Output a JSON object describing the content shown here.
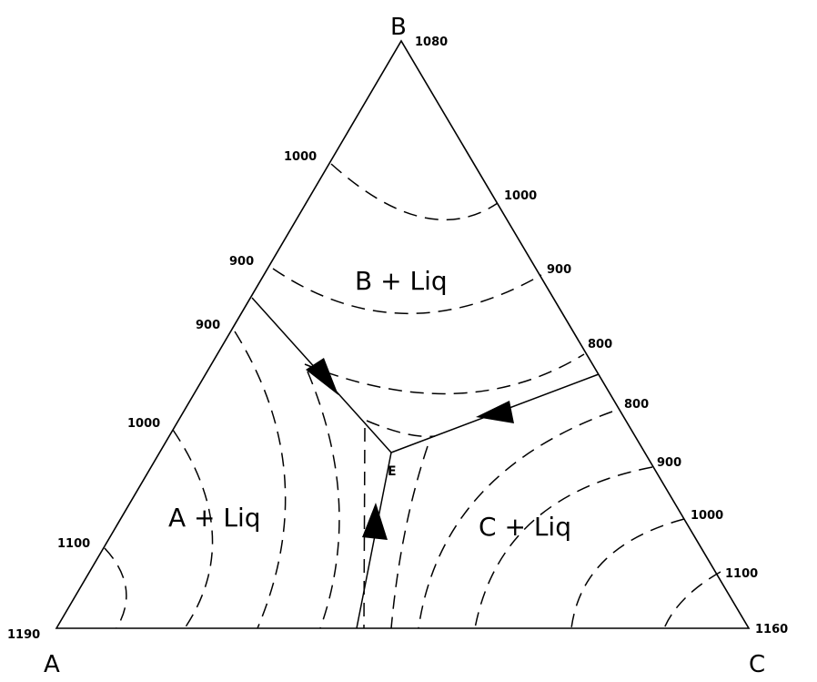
{
  "vertices": {
    "a": "A",
    "b": "B",
    "c": "C"
  },
  "vertex_temps": {
    "a": "1190",
    "b": "1080",
    "c": "1160"
  },
  "edge_temps": {
    "ab_1100": "1100",
    "ab_1000": "1000",
    "ab_900_lower": "900",
    "ab_900_upper": "900",
    "ab_1000_upper": "1000",
    "bc_1000": "1000",
    "bc_900": "900",
    "bc_800_upper": "800",
    "bc_800_lower": "800",
    "bc_900_lower": "900",
    "bc_1000_lower": "1000",
    "bc_1100": "1100"
  },
  "regions": {
    "b_liq": "B + Liq",
    "a_liq": "A + Liq",
    "c_liq": "C + Liq"
  },
  "eutectic": "E"
}
